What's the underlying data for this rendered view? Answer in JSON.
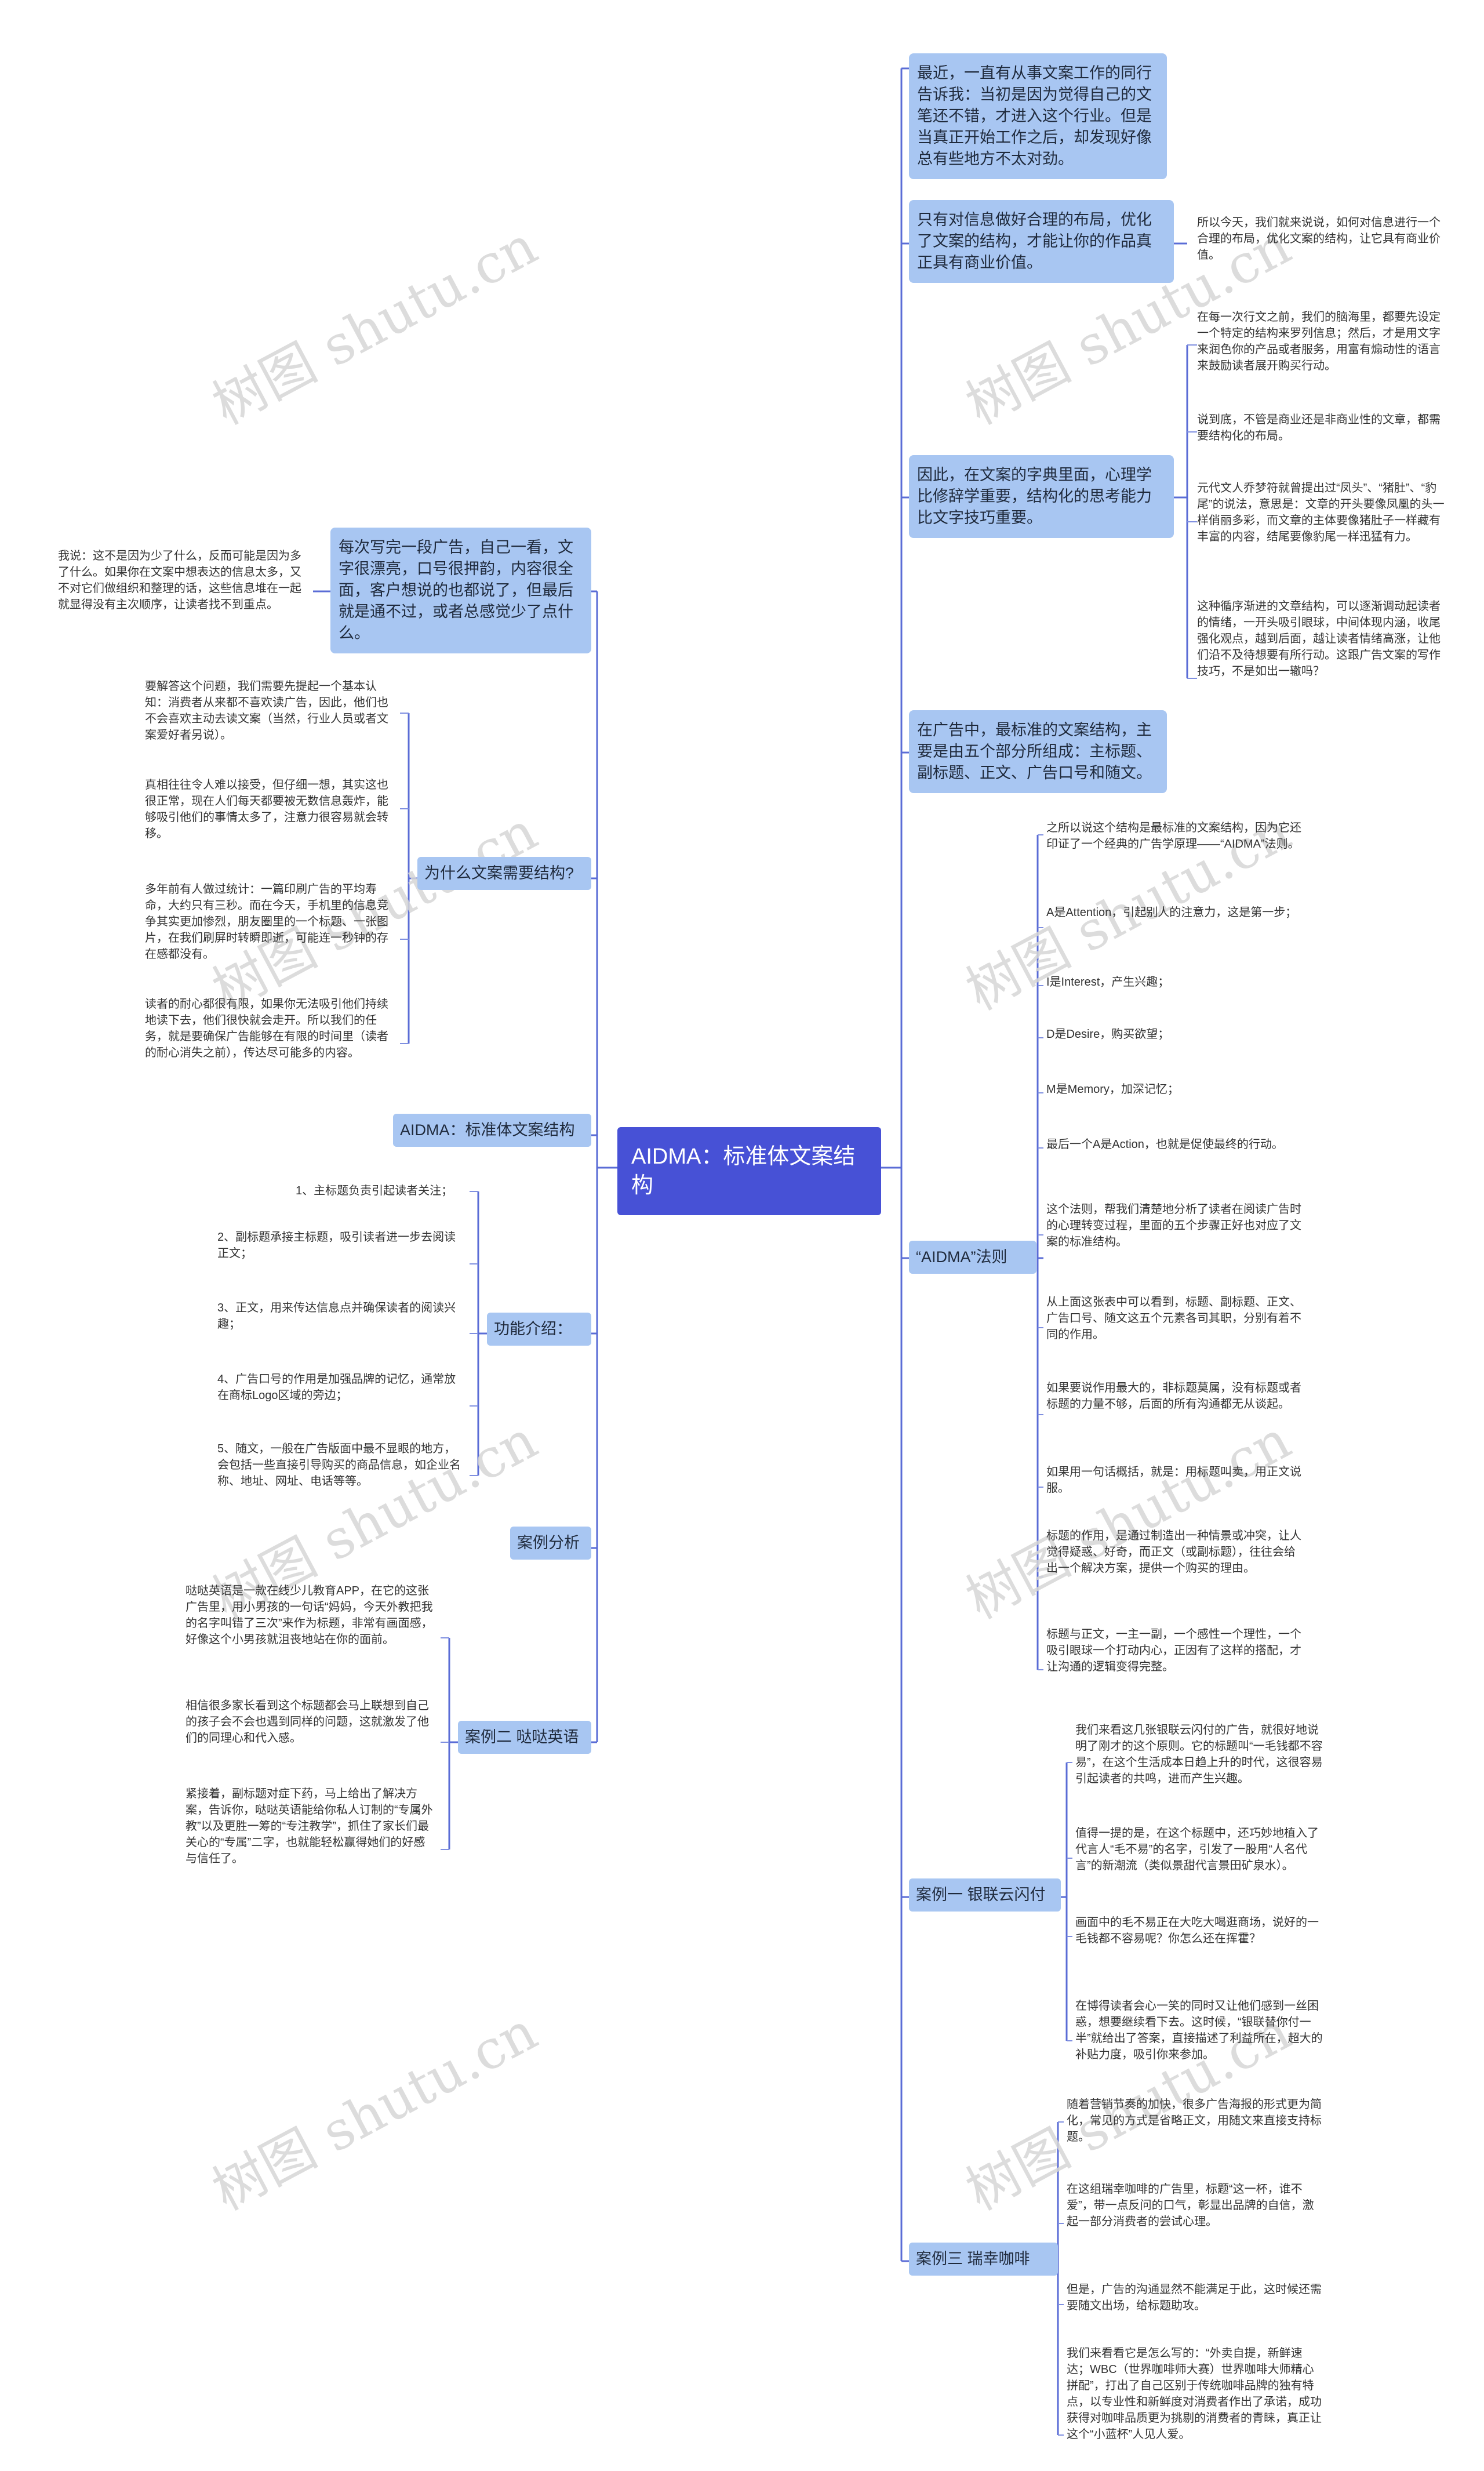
{
  "watermark": "树图 shutu.cn",
  "root": "AIDMA：标准体文案结构",
  "right": {
    "intro": "最近，一直有从事文案工作的同行告诉我：当初是因为觉得自己的文笔还不错，才进入这个行业。但是当真正开始工作之后，却发现好像总有些地方不太对劲。",
    "info_layout": {
      "label": "只有对信息做好合理的布局，优化了文案的结构，才能让你的作品真正具有商业价值。",
      "note": "所以今天，我们就来说说，如何对信息进行一个合理的布局，优化文案的结构，让它具有商业价值。"
    },
    "psychology": {
      "label": "因此，在文案的字典里面，心理学比修辞学重要，结构化的思考能力比文字技巧重要。",
      "notes": [
        "在每一次行文之前，我们的脑海里，都要先设定一个特定的结构来罗列信息；然后，才是用文字来润色你的产品或者服务，用富有煽动性的语言来鼓励读者展开购买行动。",
        "说到底，不管是商业还是非商业性的文章，都需要结构化的布局。",
        "元代文人乔梦符就曾提出过“凤头”、“猪肚”、“豹尾”的说法，意思是：文章的开头要像凤凰的头一样俏丽多彩，而文章的主体要像猪肚子一样藏有丰富的内容，结尾要像豹尾一样迅猛有力。",
        "这种循序渐进的文章结构，可以逐渐调动起读者的情绪，一开头吸引眼球，中间体现内涵，收尾强化观点，越到后面，越让读者情绪高涨，让他们沿不及待想要有所行动。这跟广告文案的写作技巧，不是如出一辙吗？"
      ]
    },
    "five_parts": "在广告中，最标准的文案结构，主要是由五个部分所组成：主标题、副标题、正文、广告口号和随文。",
    "aidma_law": {
      "label": "“AIDMA”法则",
      "notes": [
        "之所以说这个结构是最标准的文案结构，因为它还印证了一个经典的广告学原理——“AIDMA”法则。",
        "A是Attention，引起别人的注意力，这是第一步；",
        "I是Interest，产生兴趣；",
        "D是Desire，购买欲望；",
        "M是Memory，加深记忆；",
        "最后一个A是Action，也就是促使最终的行动。",
        "这个法则，帮我们清楚地分析了读者在阅读广告时的心理转变过程，里面的五个步骤正好也对应了文案的标准结构。",
        "从上面这张表中可以看到，标题、副标题、正文、广告口号、随文这五个元素各司其职，分别有着不同的作用。",
        "如果要说作用最大的，非标题莫属，没有标题或者标题的力量不够，后面的所有沟通都无从谈起。",
        "如果用一句话概括，就是：用标题叫卖，用正文说服。",
        "标题的作用，是通过制造出一种情景或冲突，让人觉得疑惑、好奇，而正文（或副标题），往往会给出一个解决方案，提供一个购买的理由。",
        "标题与正文，一主一副，一个感性一个理性，一个吸引眼球一个打动内心，正因有了这样的搭配，才让沟通的逻辑变得完整。"
      ]
    },
    "case_one": {
      "label": "案例一 银联云闪付",
      "notes": [
        "我们来看这几张银联云闪付的广告，就很好地说明了刚才的这个原则。它的标题叫“一毛钱都不容易”，在这个生活成本日趋上升的时代，这很容易引起读者的共鸣，进而产生兴趣。",
        "值得一提的是，在这个标题中，还巧妙地植入了代言人“毛不易”的名字，引发了一股用“人名代言”的新潮流（类似景甜代言景田矿泉水）。",
        "画面中的毛不易正在大吃大喝逛商场，说好的一毛钱都不容易呢？你怎么还在挥霍？",
        "在博得读者会心一笑的同时又让他们感到一丝困惑，想要继续看下去。这时候，“银联替你付一半”就给出了答案，直接描述了利益所在，超大的补贴力度，吸引你来参加。"
      ]
    },
    "case_three": {
      "label": "案例三 瑞幸咖啡",
      "notes": [
        "随着营销节奏的加快，很多广告海报的形式更为简化，常见的方式是省略正文，用随文来直接支持标题。",
        "在这组瑞幸咖啡的广告里，标题“这一杯，谁不爱”，带一点反问的口气，彰显出品牌的自信，激起一部分消费者的尝试心理。",
        "但是，广告的沟通显然不能满足于此，这时候还需要随文出场，给标题助攻。",
        "我们来看看它是怎么写的：“外卖自提，新鲜速达；WBC（世界咖啡师大赛）世界咖啡大师精心拼配”，打出了自己区别于传统咖啡品牌的独有特点，以专业性和新鲜度对消费者作出了承诺，成功获得对咖啡品质更为挑剔的消费者的青睐，真正让这个“小蓝杯”人见人爱。"
      ]
    }
  },
  "left": {
    "reflection": {
      "label": "每次写完一段广告，自己一看，文字很漂亮，口号很押韵，内容很全面，客户想说的也都说了，但最后就是通不过，或者总感觉少了点什么。",
      "note": "我说：这不是因为少了什么，反而可能是因为多了什么。如果你在文案中想表达的信息太多，又不对它们做组织和整理的话，这些信息堆在一起就显得没有主次顺序，让读者找不到重点。"
    },
    "why_structure": {
      "label": "为什么文案需要结构?",
      "notes": [
        "要解答这个问题，我们需要先提起一个基本认知：消费者从来都不喜欢读广告，因此，他们也不会喜欢主动去读文案（当然，行业人员或者文案爱好者另说）。",
        "真相往往令人难以接受，但仔细一想，其实这也很正常，现在人们每天都要被无数信息轰炸，能够吸引他们的事情太多了，注意力很容易就会转移。",
        "多年前有人做过统计：一篇印刷广告的平均寿命，大约只有三秒。而在今天，手机里的信息竞争其实更加惨烈，朋友圈里的一个标题、一张图片，在我们刷屏时转瞬即逝，可能连一秒钟的存在感都没有。",
        "读者的耐心都很有限，如果你无法吸引他们持续地读下去，他们很快就会走开。所以我们的任务，就是要确保广告能够在有限的时间里（读者的耐心消失之前），传达尽可能多的内容。"
      ]
    },
    "aidma_std": "AIDMA：标准体文案结构",
    "functions": {
      "label": "功能介绍：",
      "notes": [
        "1、主标题负责引起读者关注；",
        "2、副标题承接主标题，吸引读者进一步去阅读正文；",
        "3、正文，用来传达信息点并确保读者的阅读兴趣；",
        "4、广告口号的作用是加强品牌的记忆，通常放在商标Logo区域的旁边；",
        "5、随文，一般在广告版面中最不显眼的地方，会包括一些直接引导购买的商品信息，如企业名称、地址、网址、电话等等。"
      ]
    },
    "case_analysis": "案例分析",
    "case_two": {
      "label": "案例二 哒哒英语",
      "notes": [
        "哒哒英语是一款在线少儿教育APP，在它的这张广告里，用小男孩的一句话“妈妈，今天外教把我的名字叫错了三次”来作为标题，非常有画面感，好像这个小男孩就沮丧地站在你的面前。",
        "相信很多家长看到这个标题都会马上联想到自己的孩子会不会也遇到同样的问题，这就激发了他们的同理心和代入感。",
        "紧接着，副标题对症下药，马上给出了解决方案，告诉你，哒哒英语能给你私人订制的“专属外教”以及更胜一筹的“专注教学”，抓住了家长们最关心的“专属”二字，也就能轻松赢得她们的好感与信任了。"
      ]
    }
  }
}
